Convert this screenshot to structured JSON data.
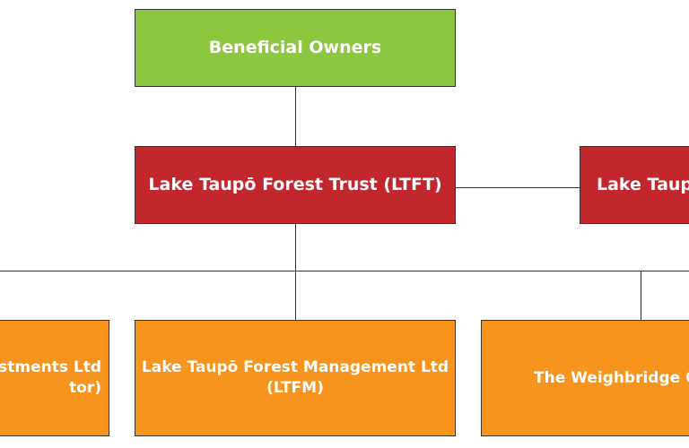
{
  "diagram": {
    "nodes": {
      "beneficial_owners": {
        "label": "Beneficial Owners",
        "color": "#8dc63f"
      },
      "ltft": {
        "label": "Lake Taupō Forest Trust (LTFT)",
        "color": "#c1272d"
      },
      "right_red": {
        "label": "Lake Taup",
        "color": "#c1272d"
      },
      "left_orange": {
        "label": "estments Ltd\ntor)",
        "color": "#f7941d"
      },
      "ltfm": {
        "label": "Lake Taupō Forest Management Ltd\n(LTFM)",
        "color": "#f7941d"
      },
      "weighbridge": {
        "label": "The Weighbridge C",
        "color": "#f7941d"
      }
    },
    "edges": [
      [
        "beneficial_owners",
        "ltft"
      ],
      [
        "ltft",
        "right_red"
      ],
      [
        "ltft",
        "left_orange"
      ],
      [
        "ltft",
        "ltfm"
      ],
      [
        "ltft",
        "weighbridge"
      ]
    ],
    "line_color": "#333333"
  }
}
